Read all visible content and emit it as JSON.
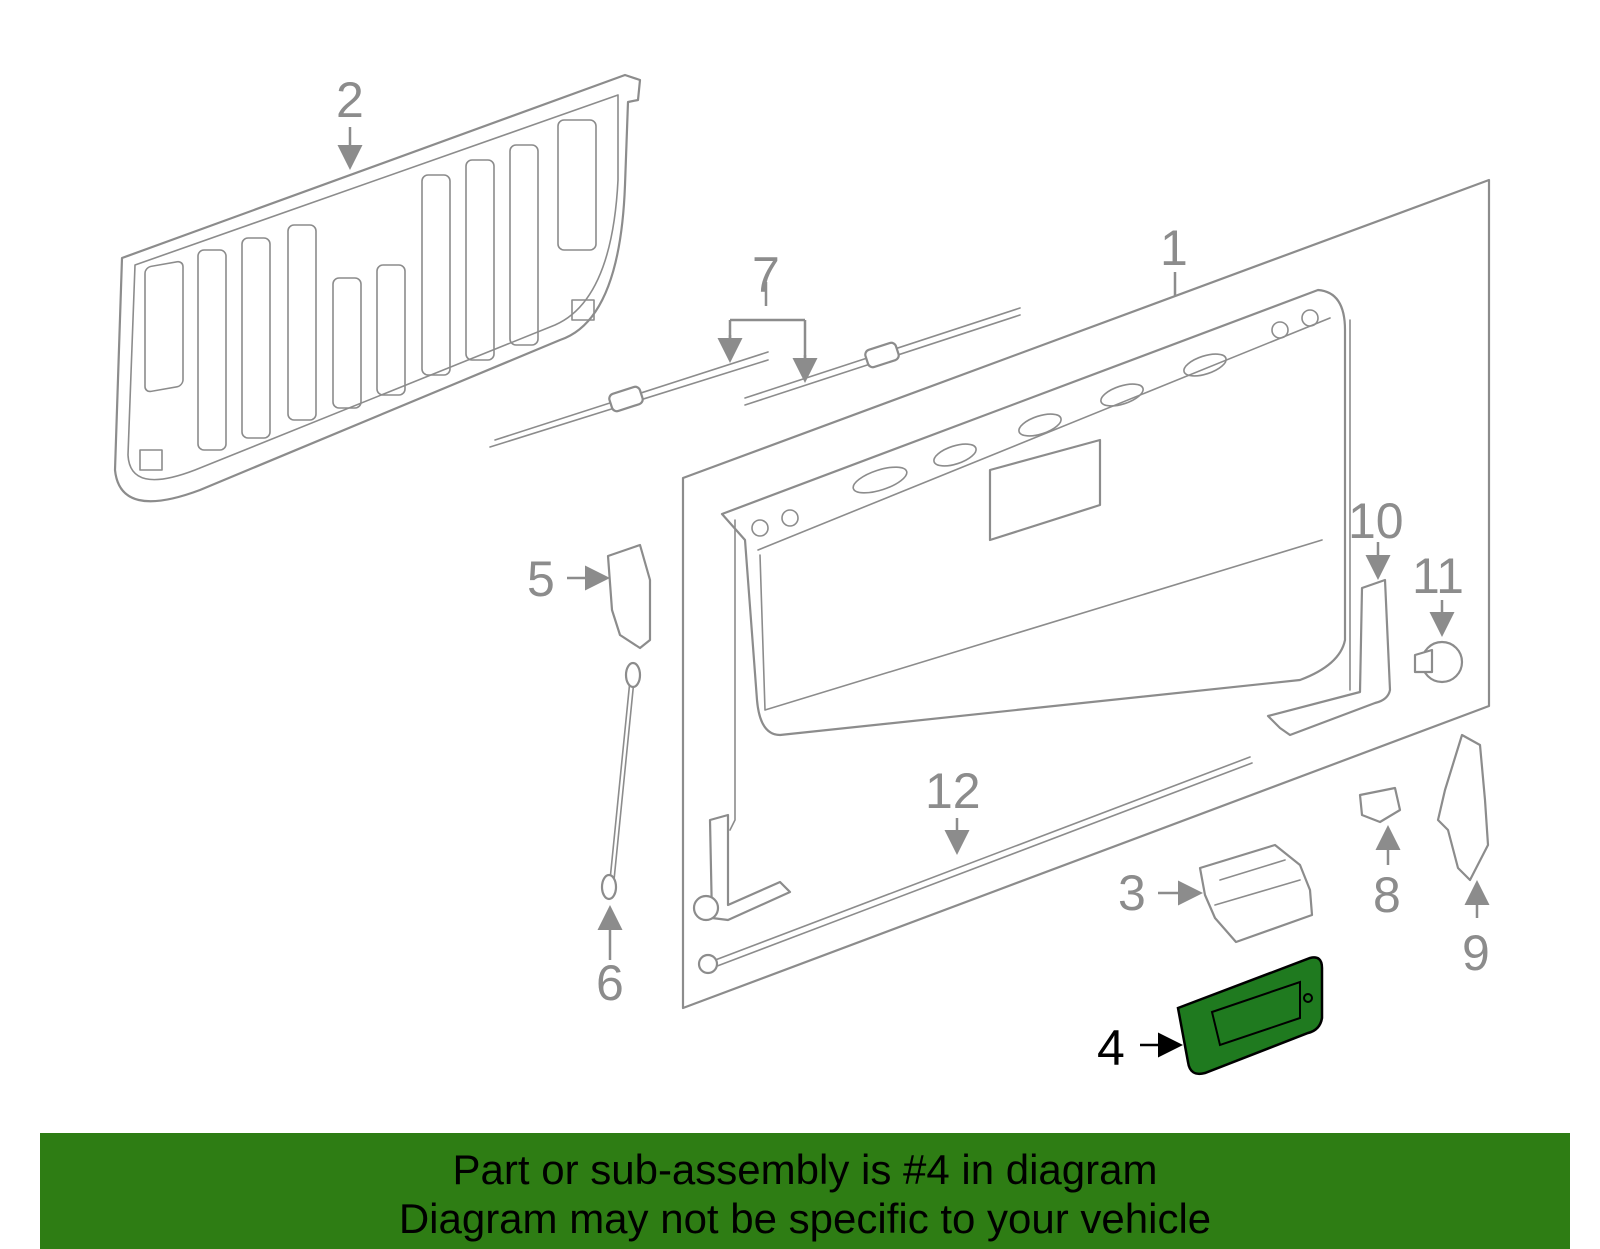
{
  "diagram": {
    "callouts": [
      "1",
      "2",
      "3",
      "4",
      "5",
      "6",
      "7",
      "8",
      "9",
      "10",
      "11",
      "12"
    ],
    "highlighted_part": "4",
    "highlight_color": "#1f7a1f",
    "line_color": "#8c8c8c"
  },
  "banner": {
    "line1": "Part or sub-assembly is #4 in diagram",
    "line2": "Diagram may not be specific to your vehicle",
    "background": "#2e7d14"
  }
}
